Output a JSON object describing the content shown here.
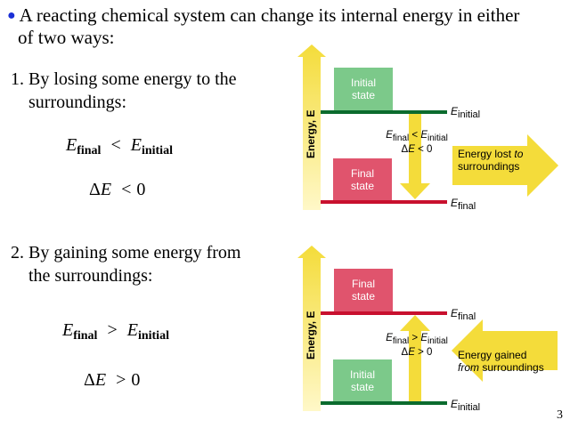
{
  "intro": {
    "line1": "A reacting chemical system can change its internal energy in either",
    "line2": "of two ways:"
  },
  "point1": {
    "line1": "1. By losing some energy to the",
    "line2": "surroundings:",
    "eq1": {
      "left_var": "E",
      "left_sub": "final",
      "op": "<",
      "right_var": "E",
      "right_sub": "initial"
    },
    "eq2": {
      "prefix": "Δ",
      "var": "E",
      "op": "<",
      "value": "0"
    }
  },
  "point2": {
    "line1": "2. By gaining some energy from",
    "line2": "the surroundings:",
    "eq1": {
      "left_var": "E",
      "left_sub": "final",
      "op": ">",
      "right_var": "E",
      "right_sub": "initial"
    },
    "eq2": {
      "prefix": "Δ",
      "var": "E",
      "op": ">",
      "value": "0"
    }
  },
  "diagram1": {
    "axis_label": "Energy, E",
    "top_box": "Initial state",
    "bottom_box": "Final state",
    "top_level": {
      "var": "E",
      "sub": "initial"
    },
    "bottom_level": {
      "var": "E",
      "sub": "final"
    },
    "relation_var1": "E",
    "relation_sub1": "final",
    "relation_op": "<",
    "relation_var2": "E",
    "relation_sub2": "initial",
    "delta_prefix": "Δ",
    "delta_var": "E",
    "delta_op": "<",
    "delta_value": "0",
    "side_arrow_line1_pre": "Energy lost ",
    "side_arrow_line1_em": "to",
    "side_arrow_line2": "surroundings",
    "colors": {
      "top_box": "#7cc98a",
      "bottom_box": "#e0546d",
      "arrow": "#f4dc3a"
    }
  },
  "diagram2": {
    "axis_label": "Energy, E",
    "top_box": "Final state",
    "bottom_box": "Initial state",
    "top_level": {
      "var": "E",
      "sub": "final"
    },
    "bottom_level": {
      "var": "E",
      "sub": "initial"
    },
    "relation_var1": "E",
    "relation_sub1": "final",
    "relation_op": ">",
    "relation_var2": "E",
    "relation_sub2": "initial",
    "delta_prefix": "Δ",
    "delta_var": "E",
    "delta_op": ">",
    "delta_value": "0",
    "side_arrow_line1": "Energy gained",
    "side_arrow_line2_em": "from",
    "side_arrow_line2_post": " surroundings",
    "colors": {
      "top_box": "#e0546d",
      "bottom_box": "#7cc98a",
      "arrow": "#f4dc3a"
    }
  },
  "page_number": "3"
}
